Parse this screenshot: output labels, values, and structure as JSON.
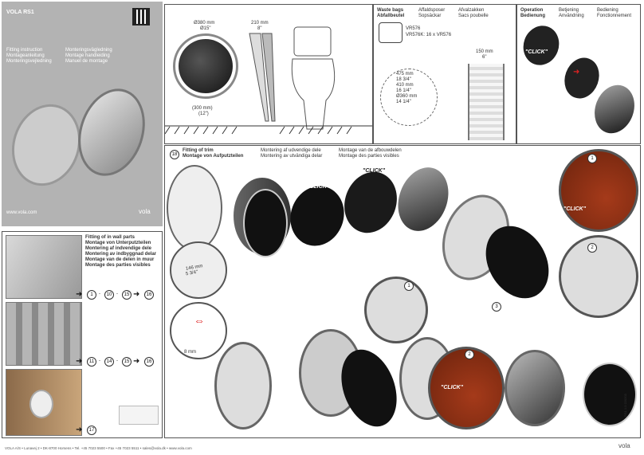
{
  "cover": {
    "title": "VOLA RS1",
    "fitting_langs_left": [
      "Fitting instruction",
      "Montageanleitung",
      "Monteringsvejledning"
    ],
    "fitting_langs_right": [
      "Monteringsvägledning",
      "Montage handleiding",
      "Manuel de montage"
    ],
    "website": "www.vola.com",
    "logo": "vola"
  },
  "dimensions": {
    "d1": "Ø380 mm",
    "d1_in": "Ø15\"",
    "d2": "210 mm",
    "d2_in": "8\"",
    "d3": "(300 mm)",
    "d3_in": "(12\")"
  },
  "waste": {
    "col1": [
      "Waste bags",
      "Abfallbeutel"
    ],
    "col2": [
      "Affaldsposer",
      "Sopsäckar"
    ],
    "col3": [
      "Afvalzakken",
      "Sacs poubelle"
    ],
    "model1": "VR576",
    "model2": "VR576K: 16 x VR576"
  },
  "plan": {
    "m1": "475 mm",
    "m1_in": "18 3/4\"",
    "m2": "410 mm",
    "m2_in": "16 1/4\"",
    "m3": "Ø360 mm",
    "m3_in": "14 1/4\"",
    "side": "150 mm",
    "side_in": "6\""
  },
  "operation": {
    "col1": [
      "Operation",
      "Bedienung"
    ],
    "col2": [
      "Betjening",
      "Användning"
    ],
    "col3": [
      "Bediening",
      "Fonctionnement"
    ],
    "click": "\"CLICK\""
  },
  "trim": {
    "step": "18",
    "col1": [
      "Fitting of trim",
      "Montage von Aufputzteilen"
    ],
    "col2": [
      "Montering af udvendige dele",
      "Montering av utvändiga delar"
    ],
    "col3": [
      "Montage van de afbouwdelen",
      "Montage des parties visibles"
    ],
    "dim": "146 mm",
    "dim_in": "5 3/4\"",
    "wrench": "8 mm",
    "click": "\"CLICK\""
  },
  "wall": {
    "langs": [
      "Fitting of in wall parts",
      "Montage von Unterputzteilen",
      "Montering af indvendige dele",
      "Montering av indbyggnad delar",
      "Montage van de delen in muur",
      "Montage des parties visibles"
    ],
    "seq1": [
      "1",
      "10",
      "15",
      "16"
    ],
    "seq2": [
      "11",
      "14",
      "15",
      "16"
    ],
    "seq3": [
      "17"
    ]
  },
  "callouts": [
    "1",
    "2",
    "3",
    "1",
    "2"
  ],
  "footer": "VOLA A/S • Lunavej 2 • DK-8700 Horsens • Tel. +45 7023 5500 • Fax +45 7023 5511 • sales@vola.dk • www.vola.com",
  "footer_logo": "vola",
  "side_code": "RS1 1.0 220203"
}
